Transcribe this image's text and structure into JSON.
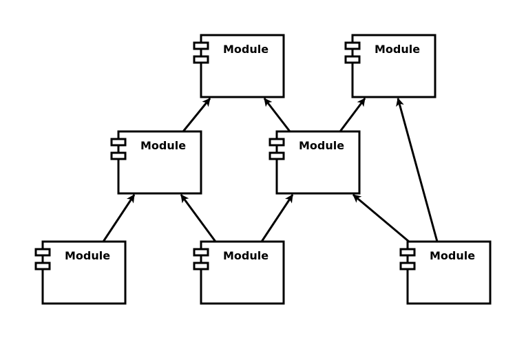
{
  "diagram": {
    "modules": [
      {
        "id": "top-left",
        "label": "Module"
      },
      {
        "id": "top-right",
        "label": "Module"
      },
      {
        "id": "mid-left",
        "label": "Module"
      },
      {
        "id": "mid-right",
        "label": "Module"
      },
      {
        "id": "bottom-left",
        "label": "Module"
      },
      {
        "id": "bottom-center",
        "label": "Module"
      },
      {
        "id": "bottom-right",
        "label": "Module"
      }
    ],
    "dependencies": [
      {
        "from": "mid-left",
        "to": "top-left"
      },
      {
        "from": "mid-right",
        "to": "top-left"
      },
      {
        "from": "mid-right",
        "to": "top-right"
      },
      {
        "from": "bottom-right",
        "to": "top-right"
      },
      {
        "from": "bottom-left",
        "to": "mid-left"
      },
      {
        "from": "bottom-center",
        "to": "mid-left"
      },
      {
        "from": "bottom-center",
        "to": "mid-right"
      },
      {
        "from": "bottom-right",
        "to": "mid-right"
      }
    ]
  }
}
